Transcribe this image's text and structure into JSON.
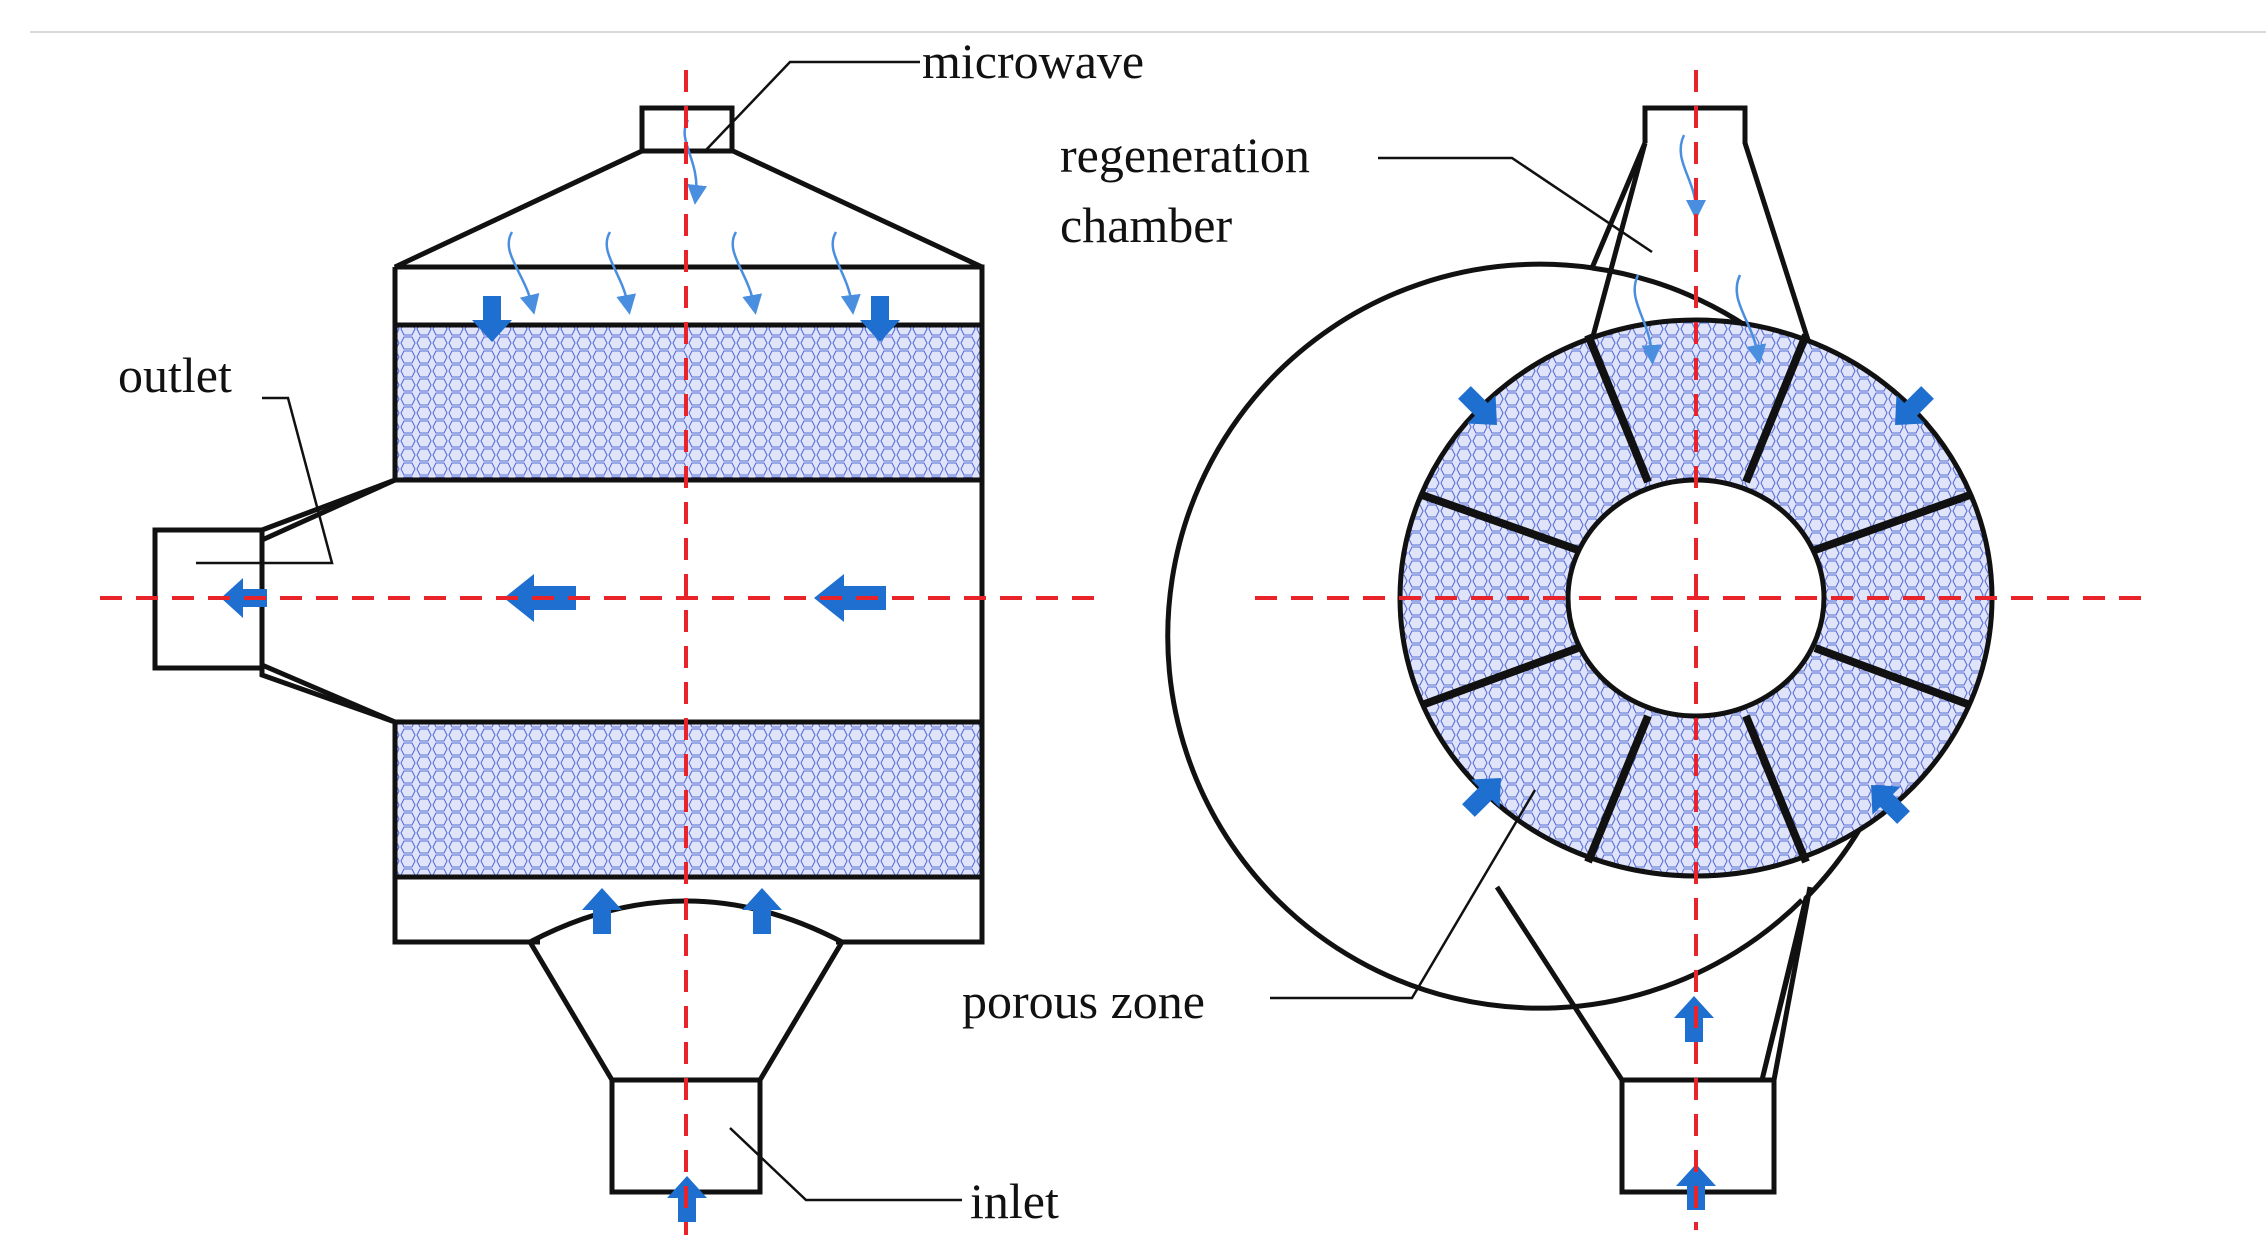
{
  "labels": {
    "microwave": "microwave",
    "regeneration_line1": "regeneration",
    "regeneration_line2": "chamber",
    "outlet": "outlet",
    "porous_zone": "porous zone",
    "inlet": "inlet"
  },
  "colors": {
    "axis": "#e8232a",
    "flow_arrow": "#1e6fd0",
    "microwave_arrow": "#4a8ee0",
    "porous_fill": "#dfe4fb",
    "porous_pattern": "#5a6fd4",
    "outline": "#111111",
    "top_rule": "#d9d9d9"
  },
  "icons": {
    "flow": "thick-block-arrow",
    "microwave": "wavy-thin-arrow"
  }
}
